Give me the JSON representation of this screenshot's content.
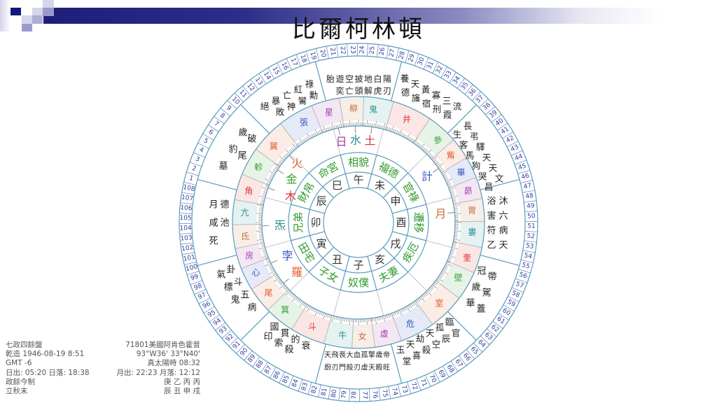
{
  "title": "比爾柯林頓",
  "info": {
    "left": [
      "七政四餘盤",
      "乾造 1946-08-19 8:51",
      "GMT -6",
      "日出: 05:20 日落: 18:38",
      "政餘今制",
      "立秋末"
    ],
    "right": [
      "71801美國阿肯色霍普",
      "93°W36' 33°N40'",
      "真太陽時 08:32",
      "月出: 22:23 月落: 12:12",
      "庚 乙 丙 丙",
      "辰 丑 申 戌"
    ]
  },
  "chart": {
    "branches": [
      "午",
      "未",
      "申",
      "酉",
      "戌",
      "亥",
      "子",
      "丑",
      "寅",
      "卯",
      "辰",
      "巳"
    ],
    "palaces": [
      "相貌",
      "福德",
      "官祿",
      "遷移",
      "疾厄",
      "夫妻",
      "奴僕",
      "子女",
      "田宅",
      "兄弟",
      "財帛",
      "命宮"
    ],
    "planets": [
      {
        "name": "日",
        "color": "#a33ca6"
      },
      {
        "name": "水",
        "color": "#2a9090"
      },
      {
        "name": "土",
        "color": "#e03030"
      },
      {
        "name": "計",
        "color": "#3556c0"
      },
      {
        "name": "月",
        "color": "#c0703a"
      },
      {
        "name": "孛",
        "color": "#3556c0"
      },
      {
        "name": "羅",
        "color": "#e06030"
      },
      {
        "name": "炁",
        "color": "#2a9090"
      },
      {
        "name": "木",
        "color": "#e03030"
      },
      {
        "name": "金",
        "color": "#3aa03a"
      },
      {
        "name": "火",
        "color": "#e06030"
      }
    ],
    "mansions": [
      {
        "name": "柳",
        "color": "#c0703a"
      },
      {
        "name": "鬼",
        "color": "#2a9090"
      },
      {
        "name": "井",
        "color": "#e03030"
      },
      {
        "name": "參",
        "color": "#3aa03a"
      },
      {
        "name": "觜",
        "color": "#e06030"
      },
      {
        "name": "畢",
        "color": "#3556c0"
      },
      {
        "name": "昴",
        "color": "#a33ca6"
      },
      {
        "name": "胃",
        "color": "#c0703a"
      },
      {
        "name": "婁",
        "color": "#2a9090"
      },
      {
        "name": "奎",
        "color": "#e03030"
      },
      {
        "name": "壁",
        "color": "#3aa03a"
      },
      {
        "name": "室",
        "color": "#e06030"
      },
      {
        "name": "危",
        "color": "#3556c0"
      },
      {
        "name": "虛",
        "color": "#a33ca6"
      },
      {
        "name": "女",
        "color": "#c0703a"
      },
      {
        "name": "牛",
        "color": "#2a9090"
      },
      {
        "name": "斗",
        "color": "#e03030"
      },
      {
        "name": "箕",
        "color": "#3aa03a"
      },
      {
        "name": "尾",
        "color": "#e06030"
      },
      {
        "name": "心",
        "color": "#3556c0"
      },
      {
        "name": "房",
        "color": "#a33ca6"
      },
      {
        "name": "氐",
        "color": "#c0703a"
      },
      {
        "name": "亢",
        "color": "#2a9090"
      },
      {
        "name": "角",
        "color": "#e03030"
      },
      {
        "name": "軫",
        "color": "#3aa03a"
      },
      {
        "name": "翼",
        "color": "#e06030"
      },
      {
        "name": "張",
        "color": "#3556c0"
      },
      {
        "name": "星",
        "color": "#a33ca6"
      }
    ],
    "star_groups": [
      [
        "胎",
        "遊奕",
        "空亡",
        "披頭",
        "地解",
        "白虎",
        "陽刃"
      ],
      [
        "養",
        "天德",
        "黃旛",
        "寡宿",
        "三刑",
        "流霞"
      ],
      [
        "長生",
        "弔客",
        "驛馬",
        "天狗",
        "天哭",
        "文昌"
      ],
      [
        "沐浴",
        "六害",
        "病符",
        "天乙"
      ],
      [
        "冠帶",
        "歲駕",
        "華蓋"
      ],
      [
        "臨官",
        "孤辰",
        "天空",
        "劫殺",
        "天喜",
        "玉堂"
      ],
      [
        "天廚",
        "飛刃",
        "喪門",
        "大殺",
        "血刃",
        "孤虛",
        "擎天",
        "歲殿",
        "帝旺"
      ],
      [
        "國印",
        "貫索",
        "的殺",
        "衰"
      ],
      [
        "卦氣",
        "斗標",
        "五鬼",
        "病"
      ],
      [
        "月德",
        "咸池",
        "死"
      ],
      [
        "歲破",
        "豹尾",
        "墓"
      ],
      [
        "祿勳",
        "紅鸞",
        "亡神",
        "暴敗",
        "絕"
      ]
    ],
    "number_count": 108,
    "colors": {
      "ring": "#5a9bbd",
      "palace_text": "#2e9a2e",
      "branch_text": "#333333",
      "number_text": "#3a3aa0",
      "star_text": "#222222"
    }
  }
}
